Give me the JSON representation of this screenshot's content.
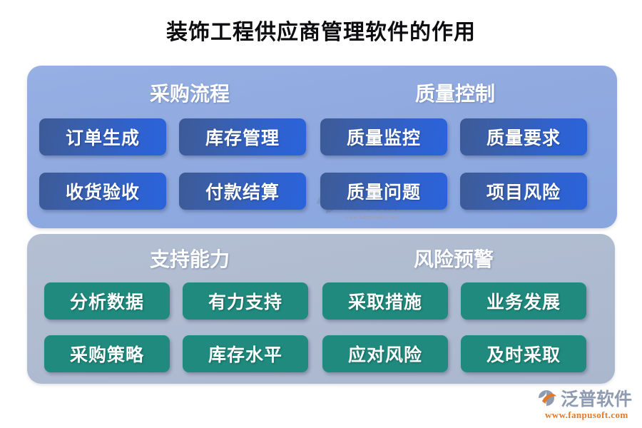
{
  "title": "装饰工程供应商管理软件的作用",
  "colors": {
    "background": "#ffffff",
    "panel_top": "#90aae0",
    "panel_bottom": "#afbbd0",
    "item_blue": "#2f62cf",
    "item_green": "#1f8a7d",
    "title_text": "#0d0d10",
    "heading_text": "#ffffff",
    "logo_word": "#8e9bb0",
    "logo_url": "#e07a2a",
    "logo_mark_swoosh": "#e07a2a",
    "logo_mark_disc": "#8e9bb0"
  },
  "panels": [
    {
      "id": "panel-top",
      "style": "blue",
      "groups": [
        {
          "id": "procurement-process",
          "heading": "采购流程",
          "items": [
            "订单生成",
            "库存管理",
            "收货验收",
            "付款结算"
          ]
        },
        {
          "id": "quality-control",
          "heading": "质量控制",
          "items": [
            "质量监控",
            "质量要求",
            "质量问题",
            "项目风险"
          ]
        }
      ]
    },
    {
      "id": "panel-bottom",
      "style": "grey",
      "groups": [
        {
          "id": "support-capability",
          "heading": "支持能力",
          "items": [
            "分析数据",
            "有力支持",
            "采购策略",
            "库存水平"
          ]
        },
        {
          "id": "risk-warning",
          "heading": "风险预警",
          "items": [
            "采取措施",
            "业务发展",
            "应对风险",
            "及时采取"
          ]
        }
      ]
    }
  ],
  "logo": {
    "name": "泛普软件",
    "url": "www.fanpusoft.com"
  }
}
